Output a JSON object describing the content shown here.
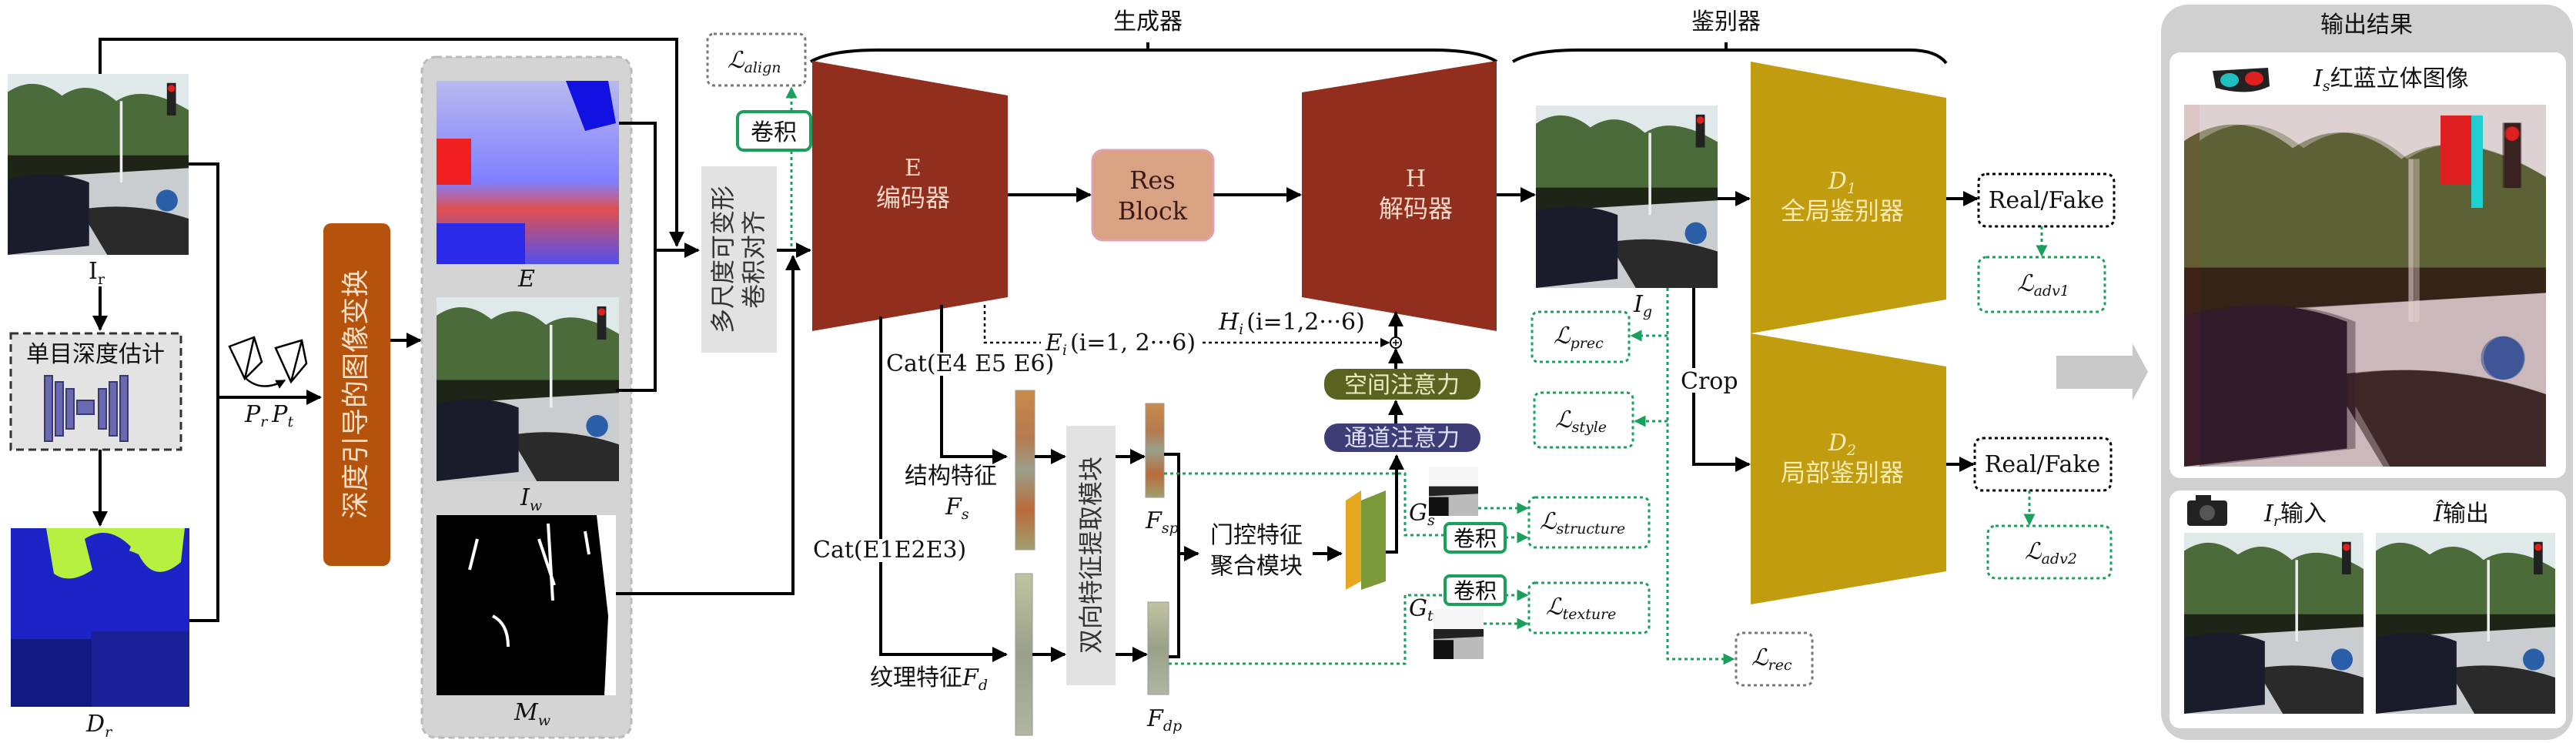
{
  "colors": {
    "encoder_decoder": "#922e1e",
    "discriminator": "#c09c0e",
    "warp_block": "#b5530d",
    "res_block": "#d9a383",
    "spatial_attention": "#5a6320",
    "channel_attention": "#3e3d78",
    "loss_border": "#1aa05a",
    "panel_gray": "#d3d3d3"
  },
  "inputs": {
    "ir": {
      "main": "I",
      "sub": "r"
    },
    "depth_estimation": "单目深度估计",
    "dr": {
      "main": "D",
      "sub": "r"
    },
    "pose": {
      "p1": "P",
      "s1": "r",
      "p2": "P",
      "s2": "t"
    },
    "warp_block": "深度引导的图像变换"
  },
  "warp_outputs": {
    "e": "E",
    "iw": {
      "main": "I",
      "sub": "w"
    },
    "mw": {
      "main": "M",
      "sub": "w"
    }
  },
  "alignment": {
    "line1": "多尺度可变形",
    "line2": "卷积对齐",
    "conv": "卷积"
  },
  "generator": {
    "title": "生成器",
    "encoder": {
      "letter": "E",
      "name": "编码器"
    },
    "res_block": {
      "line1": "Res",
      "line2": "Block"
    },
    "decoder": {
      "letter": "H",
      "name": "解码器"
    },
    "skip_e": {
      "main": "E",
      "sub": "i",
      "rest": "(i=1, 2···6)"
    },
    "skip_h": {
      "main": "H",
      "sub": "i",
      "rest": "(i=1,2···6)"
    },
    "spatial_attention": "空间注意力",
    "channel_attention": "通道注意力",
    "cat_high": "Cat(E4 E5 E6)",
    "cat_low": "Cat(E1E2E3)",
    "structure_feature": {
      "label": "结构特征",
      "main": "F",
      "sub": "s"
    },
    "texture_feature": {
      "label": "纹理特征",
      "main": "F",
      "sub": "d"
    },
    "bidirectional": "双向特征提取模块",
    "fsp": {
      "main": "F",
      "sub": "sp"
    },
    "fdp": {
      "main": "F",
      "sub": "dp"
    },
    "gated_line1": "门控特征",
    "gated_line2": "聚合模块",
    "gs": {
      "main": "G",
      "sub": "s"
    },
    "gt": {
      "main": "G",
      "sub": "t"
    },
    "conv": "卷积"
  },
  "discriminator": {
    "title": "鉴别器",
    "ig": {
      "main": "I",
      "sub": "g"
    },
    "crop": "Crop",
    "d1": {
      "main": "D",
      "sub": "1",
      "name": "全局鉴别器"
    },
    "d2": {
      "main": "D",
      "sub": "2",
      "name": "局部鉴别器"
    },
    "real_fake": "Real/Fake"
  },
  "losses": {
    "symbol": "ℒ",
    "align": "align",
    "prec": "prec",
    "style": "style",
    "structure": "structure",
    "texture": "texture",
    "rec": "rec",
    "adv1": "adv1",
    "adv2": "adv2"
  },
  "output": {
    "title": "输出结果",
    "stereo": {
      "main": "I",
      "sub": "s",
      "text": "红蓝立体图像"
    },
    "input": {
      "main": "I",
      "sub": "r",
      "text": "输入"
    },
    "result": {
      "main": "Î",
      "text": "输出"
    }
  }
}
